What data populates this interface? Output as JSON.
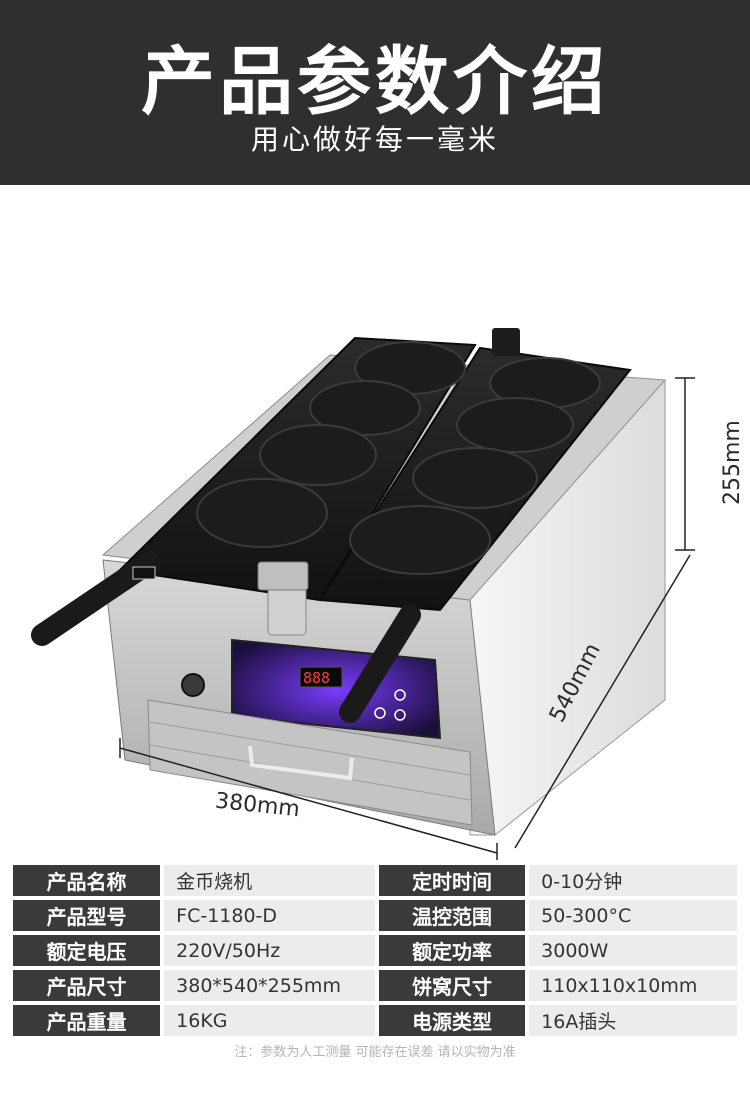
{
  "header": {
    "title": "产品参数介绍",
    "subtitle": "用心做好每一毫米"
  },
  "dimensions": {
    "width": "380mm",
    "depth": "540mm",
    "height": "255mm"
  },
  "specs": [
    {
      "label1": "产品名称",
      "value1": "金币烧机",
      "label2": "定时时间",
      "value2": "0-10分钟"
    },
    {
      "label1": "产品型号",
      "value1": "FC-1180-D",
      "label2": "温控范围",
      "value2": "50-300°C"
    },
    {
      "label1": "额定电压",
      "value1": "220V/50Hz",
      "label2": "额定功率",
      "value2": "3000W"
    },
    {
      "label1": "产品尺寸",
      "value1": "380*540*255mm",
      "label2": "饼窝尺寸",
      "value2": "110x110x10mm"
    },
    {
      "label1": "产品重量",
      "value1": "16KG",
      "label2": "电源类型",
      "value2": "16A插头"
    }
  ],
  "note": "注：参数为人工测量 可能存在误差 请以实物为准",
  "colors": {
    "header_bg": "#2f2f2f",
    "label_bg": "#3a3a3a",
    "value_bg": "#ececec",
    "panel_glow": "#7a3cff"
  }
}
